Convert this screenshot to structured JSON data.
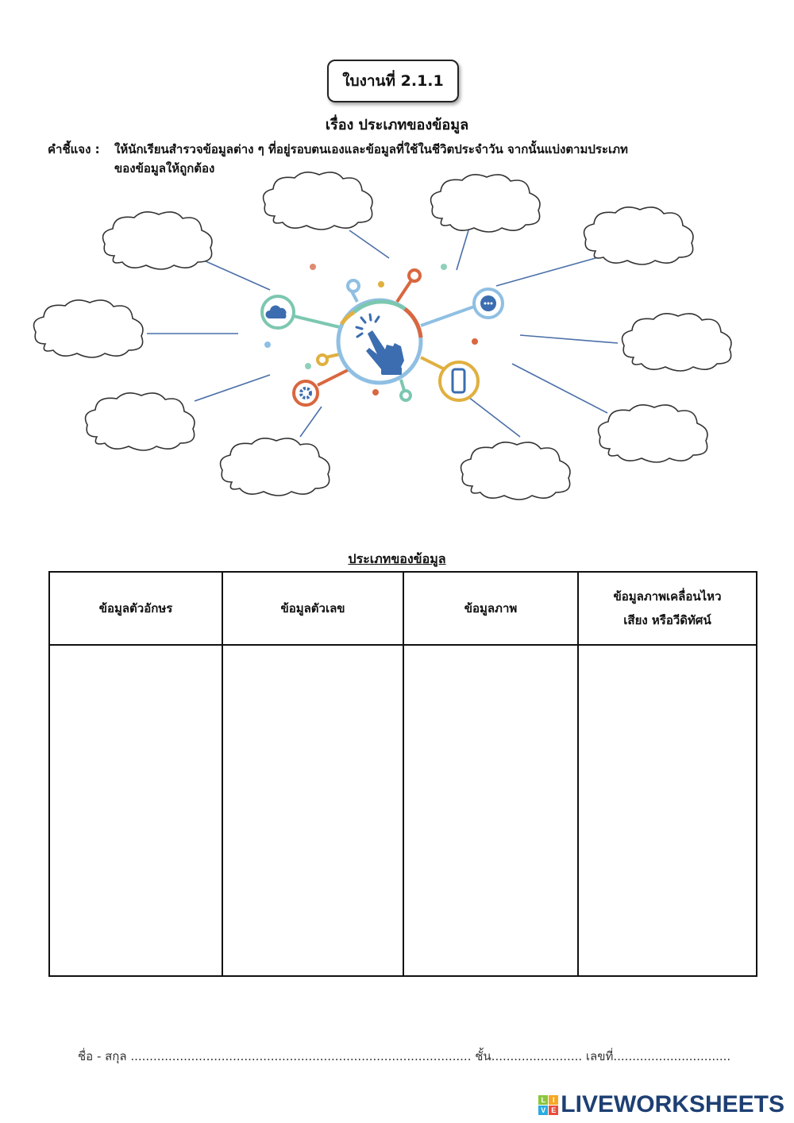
{
  "header": {
    "worksheet_no": "ใบงานที่ 2.1.1",
    "subject": "เรื่อง ประเภทของข้อมูล"
  },
  "instructions": {
    "label": "คำชี้แจง :",
    "line1": "ให้นักเรียนสำรวจข้อมูลต่าง ๆ ที่อยู่รอบตนเองและข้อมูลที่ใช้ในชีวิตประจำวัน จากนั้นแบ่งตามประเภท",
    "line2": "ของข้อมูลให้ถูกต้อง"
  },
  "diagram": {
    "center_icon": "pointer-hand-icon",
    "icons": [
      "cloud-icon",
      "chat-icon",
      "smartphone-icon",
      "gear-icon"
    ],
    "colors": {
      "blue": "#3b6db0",
      "light_blue": "#8fbfe3",
      "teal": "#7cc7b0",
      "orange": "#d9673f",
      "yellow": "#e0b040",
      "line": "#4a6fa8"
    }
  },
  "table": {
    "caption": "ประเภทของข้อมูล",
    "columns": [
      "ข้อมูลตัวอักษร",
      "ข้อมูลตัวเลข",
      "ข้อมูลภาพ",
      "ข้อมูลภาพเคลื่อนไหว",
      "เสียง หรือวีดิทัศน์"
    ]
  },
  "footer": {
    "name": "ชื่อ - สกุล ..........................................................................................",
    "grade": "ชั้น........................",
    "number": "เลขที่..............................."
  },
  "brand": {
    "name": "LIVEWORKSHEETS",
    "tiles": [
      "L",
      "I",
      "V",
      "E"
    ]
  }
}
